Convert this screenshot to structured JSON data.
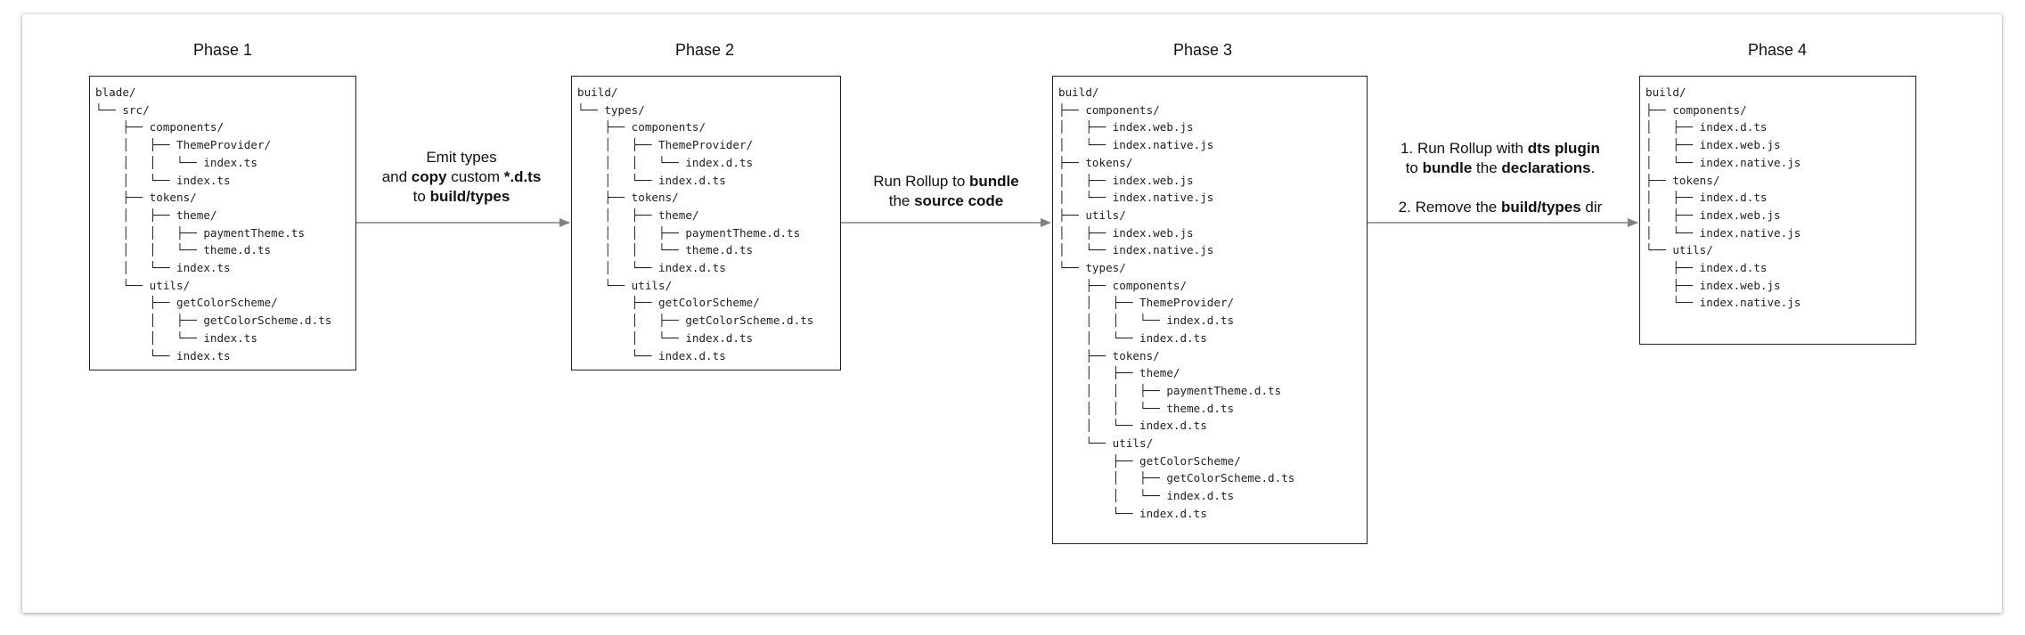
{
  "phases": [
    {
      "title": "Phase 1",
      "tree": [
        "blade/",
        "└── src/",
        "    ├── components/",
        "    │   ├── ThemeProvider/",
        "    │   │   └── index.ts",
        "    │   └── index.ts",
        "    ├── tokens/",
        "    │   ├── theme/",
        "    │   │   ├── paymentTheme.ts",
        "    │   │   └── theme.d.ts",
        "    │   └── index.ts",
        "    └── utils/",
        "        ├── getColorScheme/",
        "        │   ├── getColorScheme.d.ts",
        "        │   └── index.ts",
        "        └── index.ts"
      ]
    },
    {
      "title": "Phase 2",
      "tree": [
        "build/",
        "└── types/",
        "    ├── components/",
        "    │   ├── ThemeProvider/",
        "    │   │   └── index.d.ts",
        "    │   └── index.d.ts",
        "    ├── tokens/",
        "    │   ├── theme/",
        "    │   │   ├── paymentTheme.d.ts",
        "    │   │   └── theme.d.ts",
        "    │   └── index.d.ts",
        "    └── utils/",
        "        ├── getColorScheme/",
        "        │   ├── getColorScheme.d.ts",
        "        │   └── index.d.ts",
        "        └── index.d.ts"
      ]
    },
    {
      "title": "Phase 3",
      "tree": [
        "build/",
        "├── components/",
        "│   ├── index.web.js",
        "│   └── index.native.js",
        "├── tokens/",
        "│   ├── index.web.js",
        "│   └── index.native.js",
        "├── utils/",
        "│   ├── index.web.js",
        "│   └── index.native.js",
        "└── types/",
        "    ├── components/",
        "    │   ├── ThemeProvider/",
        "    │   │   └── index.d.ts",
        "    │   └── index.d.ts",
        "    ├── tokens/",
        "    │   ├── theme/",
        "    │   │   ├── paymentTheme.d.ts",
        "    │   │   └── theme.d.ts",
        "    │   └── index.d.ts",
        "    └── utils/",
        "        ├── getColorScheme/",
        "        │   ├── getColorScheme.d.ts",
        "        │   └── index.d.ts",
        "        └── index.d.ts"
      ]
    },
    {
      "title": "Phase 4",
      "tree": [
        "build/",
        "├── components/",
        "│   ├── index.d.ts",
        "│   ├── index.web.js",
        "│   └── index.native.js",
        "├── tokens/",
        "│   ├── index.d.ts",
        "│   ├── index.web.js",
        "│   └── index.native.js",
        "└── utils/",
        "    ├── index.d.ts",
        "    ├── index.web.js",
        "    └── index.native.js"
      ]
    }
  ],
  "transitions": [
    {
      "paragraphs": [
        [
          {
            "t": "Emit types",
            "b": false
          }
        ],
        [
          {
            "t": "and ",
            "b": false
          },
          {
            "t": "copy",
            "b": true
          },
          {
            "t": " custom ",
            "b": false
          },
          {
            "t": "*.d.ts",
            "b": true
          }
        ],
        [
          {
            "t": "to ",
            "b": false
          },
          {
            "t": "build/types",
            "b": true
          }
        ]
      ]
    },
    {
      "paragraphs": [
        [
          {
            "t": "Run Rollup to ",
            "b": false
          },
          {
            "t": "bundle",
            "b": true
          }
        ],
        [
          {
            "t": "the ",
            "b": false
          },
          {
            "t": "source code",
            "b": true
          }
        ]
      ]
    },
    {
      "paragraphs": [
        [
          {
            "t": "1. Run Rollup with ",
            "b": false
          },
          {
            "t": "dts plugin",
            "b": true
          }
        ],
        [
          {
            "t": "to ",
            "b": false
          },
          {
            "t": "bundle",
            "b": true
          },
          {
            "t": " the ",
            "b": false
          },
          {
            "t": "declarations",
            "b": true
          },
          {
            "t": ".",
            "b": false
          }
        ],
        [
          {
            "t": "",
            "b": false
          }
        ],
        [
          {
            "t": "2. Remove the ",
            "b": false
          },
          {
            "t": "build/types",
            "b": true
          },
          {
            "t": " dir",
            "b": false
          }
        ]
      ]
    }
  ],
  "colors": {
    "box_border": "#222222",
    "arrow": "#808080",
    "text": "#111111"
  }
}
